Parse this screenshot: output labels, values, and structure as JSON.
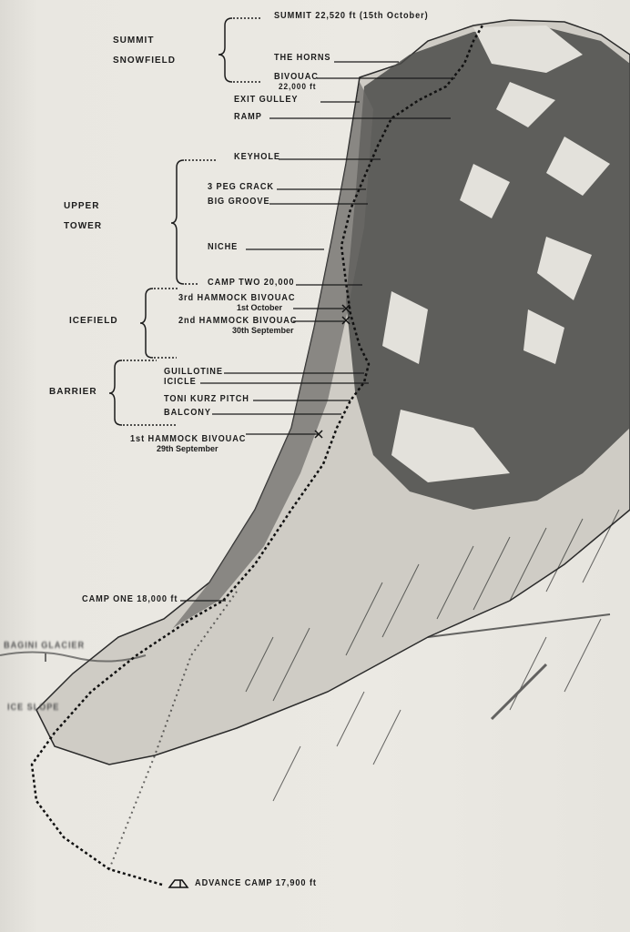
{
  "diagram": {
    "subject": "Mountain face route sketch with labelled features",
    "colors": {
      "paper": "#e9e7e1",
      "ink": "#1c1c1c",
      "rock_shade": "#3a3a3a"
    },
    "groups": [
      {
        "id": "summit-snowfield",
        "line1": "SUMMIT",
        "line2": "SNOWFIELD"
      },
      {
        "id": "upper-tower",
        "line1": "UPPER",
        "line2": "TOWER"
      },
      {
        "id": "icefield",
        "line1": "ICEFIELD",
        "line2": ""
      },
      {
        "id": "barrier",
        "line1": "BARRIER",
        "line2": ""
      }
    ],
    "labels": {
      "summit": "SUMMIT  22,520 ft  (15th October)",
      "the_horns": "THE HORNS",
      "bivouac": "BIVOUAC",
      "bivouac_alt": "22,000 ft",
      "exit_gulley": "EXIT  GULLEY",
      "ramp": "RAMP",
      "keyhole": "KEYHOLE",
      "three_peg_crack": "3 PEG CRACK",
      "big_groove": "BIG GROOVE",
      "niche": "NICHE",
      "camp_two": "CAMP TWO  20,000",
      "hammock3": "3rd HAMMOCK BIVOUAC",
      "hammock3_date": "1st October",
      "hammock2": "2nd HAMMOCK BIVOUAC",
      "hammock2_date": "30th September",
      "guillotine": "GUILLOTINE",
      "icicle": "ICICLE",
      "toni_kurz": "TONI KURZ PITCH",
      "balcony": "BALCONY",
      "hammock1": "1st HAMMOCK BIVOUAC",
      "hammock1_date": "29th September",
      "camp_one": "CAMP ONE  18,000 ft",
      "glacier": "BAGINI GLACIER",
      "ice_slope": "ICE SLOPE",
      "advance_camp": "ADVANCE CAMP  17,900 ft"
    },
    "icons": {
      "tent": "tent-icon",
      "bivouac_marker": "cross-marker-icon"
    }
  }
}
